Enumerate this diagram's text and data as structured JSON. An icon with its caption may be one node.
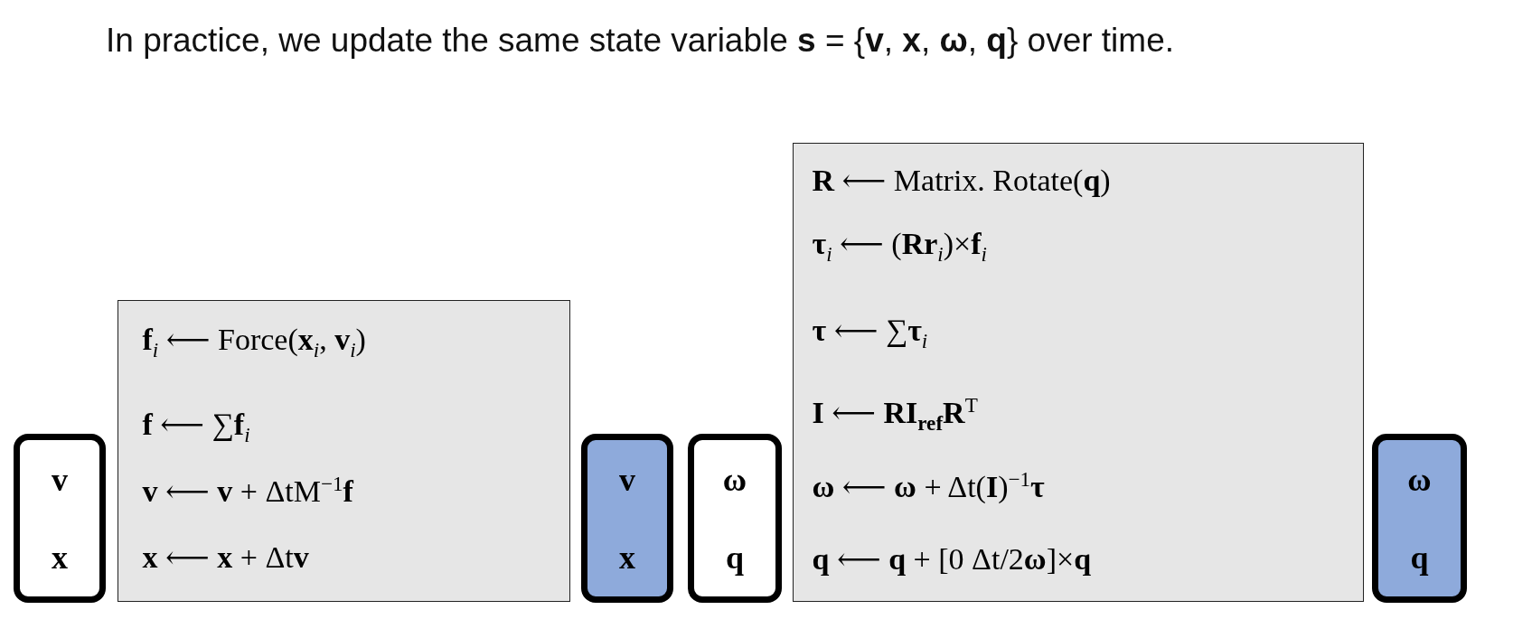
{
  "diagram": {
    "title": "In practice, we update the same state variable **s** = {**v**, **x**, **ω**, **q**} over time.",
    "nodes": [
      {
        "text": [
          "v",
          "x"
        ]
      },
      {
        "text": [
          "**f**$_{i}$ ⟵ Force(**x**$_{i}$, **v**$_{i}$)",
          "**f** ⟵ ∑**f**$_{i}$",
          "**v** ⟵ **v** + ΔtM$^{−1}$**f**",
          "**x** ⟵ **x** + Δt**v**"
        ]
      },
      {
        "text": [
          "v",
          "x"
        ]
      },
      {
        "text": [
          "ω",
          "q"
        ]
      },
      {
        "text": [
          "**R** ⟵ Matrix. Rotate(**q**)",
          "**τ**$_{i}$ ⟵ (**Rr**$_{i}$)×**f**$_{i}$",
          "**τ** ⟵ ∑**τ**$_{i}$",
          "**I** ⟵ **RI**$_{ref}$**R**$^{T}$",
          "**ω** ⟵ **ω** + Δt(**I**)$^{−1}$**τ**",
          "**q** ⟵ **q** + [0 Δt/2**ω**]×**q**"
        ]
      },
      {
        "text": [
          "ω",
          "q"
        ]
      }
    ]
  }
}
